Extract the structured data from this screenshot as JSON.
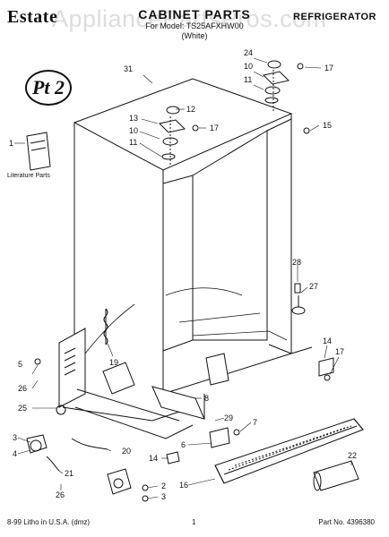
{
  "header": {
    "brand": "Estate",
    "title": "CABINET PARTS",
    "model_line": "For Model: TS25AFXHW00",
    "color": "(White)",
    "category": "REFRIGERATOR",
    "watermark": "AppliancePartsPros.com"
  },
  "badge": {
    "text": "Pt 2"
  },
  "literature": {
    "label": "Literature Parts"
  },
  "callouts": {
    "c1": "1",
    "c2": "2",
    "c3": "3",
    "c4": "4",
    "c5": "5",
    "c6": "6",
    "c7": "7",
    "c8": "8",
    "c10a": "10",
    "c10b": "10",
    "c11a": "11",
    "c11b": "11",
    "c12": "12",
    "c13": "13",
    "c14a": "14",
    "c14b": "14",
    "c15": "15",
    "c16": "16",
    "c17a": "17",
    "c17b": "17",
    "c17c": "17",
    "c19": "19",
    "c20": "20",
    "c21": "21",
    "c22": "22",
    "c24": "24",
    "c25": "25",
    "c26a": "26",
    "c26b": "26",
    "c27": "27",
    "c28": "28",
    "c29": "29",
    "c31": "31"
  },
  "footer": {
    "left": "8-99 Litho in U.S.A. (dmz)",
    "center": "1",
    "right": "Part No. 4396380"
  }
}
